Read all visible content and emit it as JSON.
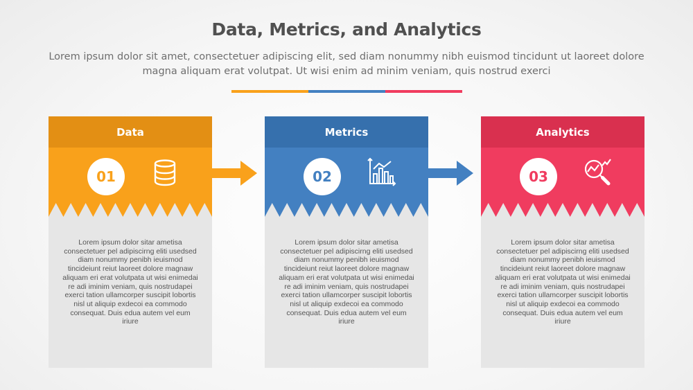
{
  "title": "Data, Metrics, and Analytics",
  "subtitle": "Lorem ipsum dolor sit amet, consectetuer adipiscing elit, sed diam nonummy nibh euismod tincidunt ut laoreet dolore magna aliquam erat volutpat. Ut wisi enim ad minim veniam, quis nostrud exerci",
  "colors": {
    "orange": "#f9a11b",
    "orange_dark": "#e38f14",
    "blue": "#4380c1",
    "blue_dark": "#3670ad",
    "red": "#f03c5f",
    "red_dark": "#d9304f",
    "body": "#e6e6e6"
  },
  "cards": [
    {
      "label": "Data",
      "number": "01",
      "icon": "database-icon",
      "text": "Lorem ipsum dolor sitar ametisa consectetuer pel adipiscirng eliti usedsed diam nonummy penibh ieuismod tincideiunt reiut laoreet dolore magnaw aliquam eri erat volutpata ut wisi enimedai re adi iminim veniam, quis nostrudapei exerci tation ullamcorper suscipit lobortis nisl ut aliquip exdecoi ea commodo consequat. Duis edua autem vel eum iriure"
    },
    {
      "label": "Metrics",
      "number": "02",
      "icon": "bar-chart-icon",
      "text": "Lorem ipsum dolor sitar ametisa consectetuer pel adipiscirng eliti usedsed diam nonummy penibh ieuismod tincideiunt reiut laoreet dolore magnaw aliquam eri erat volutpata ut wisi enimedai re adi iminim veniam, quis nostrudapei exerci tation ullamcorper suscipit lobortis nisl ut aliquip exdecoi ea commodo consequat. Duis edua autem vel eum iriure"
    },
    {
      "label": "Analytics",
      "number": "03",
      "icon": "magnifier-chart-icon",
      "text": "Lorem ipsum dolor sitar ametisa consectetuer pel adipiscirng eliti usedsed diam nonummy penibh ieuismod tincideiunt reiut laoreet dolore magnaw aliquam eri erat volutpata ut wisi enimedai re adi iminim veniam, quis nostrudapei exerci tation ullamcorper suscipit lobortis nisl ut aliquip exdecoi ea commodo consequat. Duis edua autem vel eum iriure"
    }
  ]
}
